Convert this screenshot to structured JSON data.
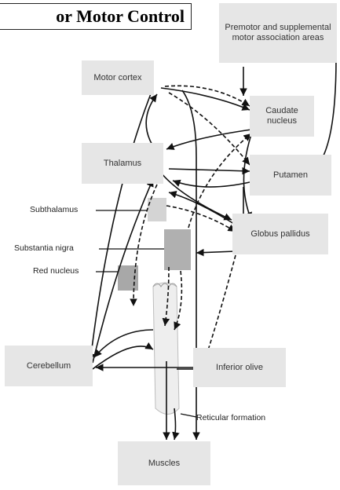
{
  "title": "or Motor Control",
  "boxes": {
    "premotor": "Premotor and supplemental motor association areas",
    "motor_cortex": "Motor cortex",
    "caudate": "Caudate nucleus",
    "thalamus": "Thalamus",
    "putamen": "Putamen",
    "globus_pallidus": "Globus pallidus",
    "cerebellum": "Cerebellum",
    "inferior_olive": "Inferior olive",
    "muscles": "Muscles"
  },
  "labels": {
    "subthalamus": "Subthalamus",
    "substantia_nigra": "Substantia nigra",
    "red_nucleus": "Red nucleus",
    "reticular_formation": "Reticular formation"
  }
}
